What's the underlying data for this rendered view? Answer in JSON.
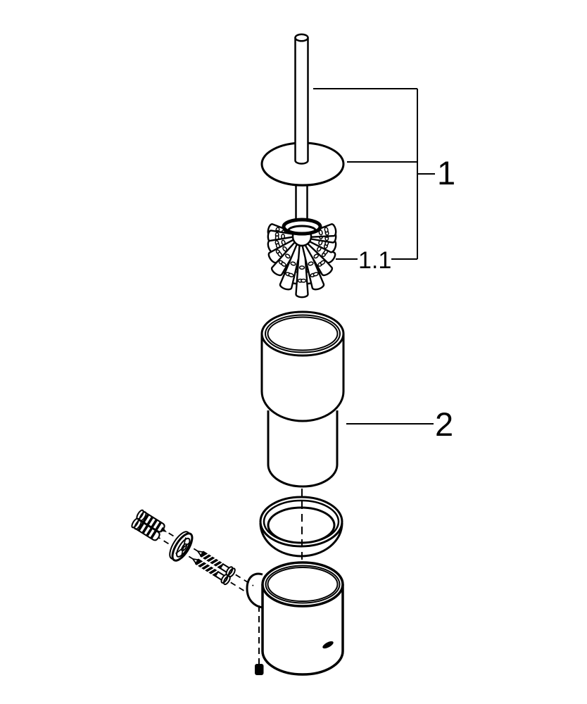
{
  "canvas": {
    "background": "#ffffff",
    "line_color": "#000000"
  },
  "callouts": {
    "brush_assembly": "1",
    "brush_head": "1.1",
    "container": "2"
  }
}
